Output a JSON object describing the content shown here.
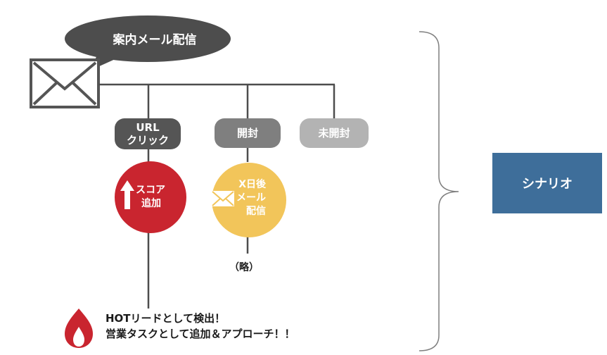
{
  "bubble": {
    "label": "案内メール配信"
  },
  "branches": {
    "url_click": {
      "line1": "URL",
      "line2": "クリック"
    },
    "opened": {
      "label": "開封"
    },
    "unopened": {
      "label": "未開封"
    }
  },
  "score_circle": {
    "line1": "スコア",
    "line2": "追加",
    "color": "#c9252f"
  },
  "followup_circle": {
    "line1": "X日後",
    "line2": "メール",
    "line3": "配信",
    "color": "#f2c55a"
  },
  "omitted": {
    "label": "（略）"
  },
  "hot_lead": {
    "line1": "HOTリードとして検出！",
    "line2": "営業タスクとして追加＆アプローチ！！"
  },
  "scenario": {
    "label": "シナリオ",
    "color": "#3e6e9a"
  }
}
